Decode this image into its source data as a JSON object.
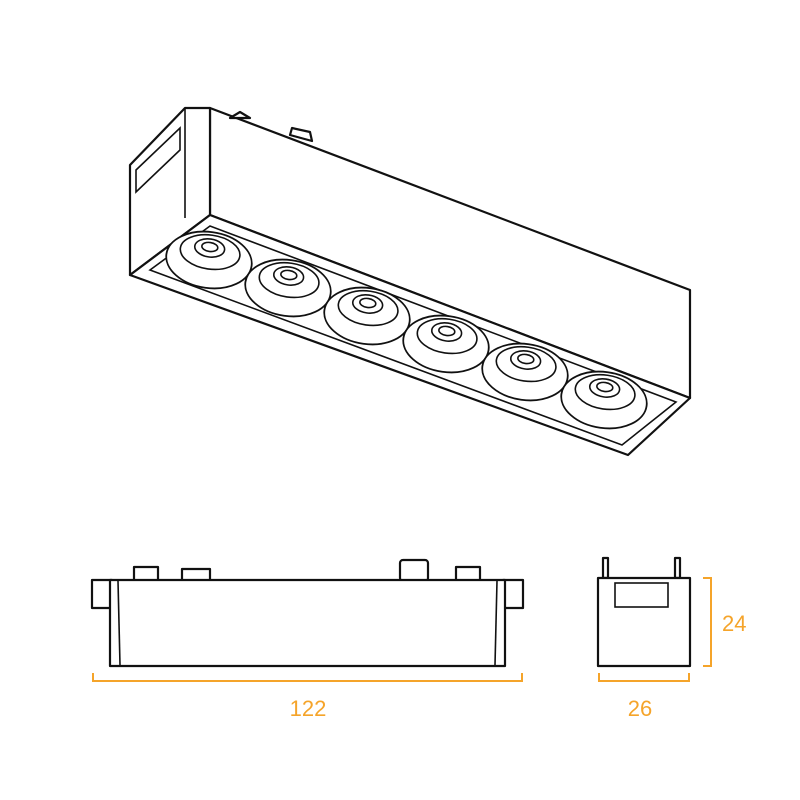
{
  "dimensions": {
    "length": "122",
    "width": "26",
    "height": "24"
  },
  "colors": {
    "line": "#111111",
    "dimension": "#F5A42A"
  },
  "lens_count": 6
}
